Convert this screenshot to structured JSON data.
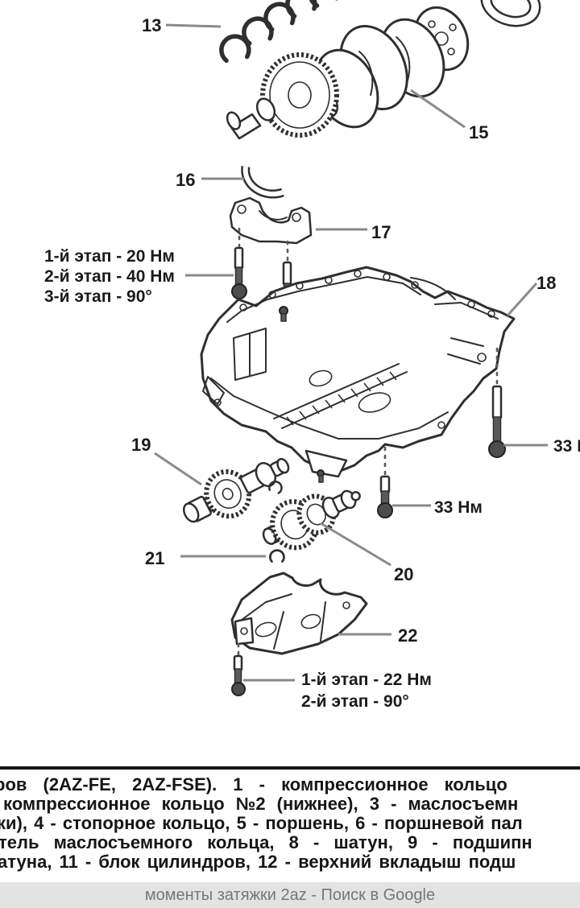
{
  "diagram": {
    "labels": {
      "p13": "13",
      "p15": "15",
      "p16": "16",
      "p17": "17",
      "p18": "18",
      "p19": "19",
      "p20": "20",
      "p21": "21",
      "p22": "22"
    },
    "torque_main_bearing": {
      "line1": "1-й этап - 20 Нм",
      "line2": "2-й этап - 40 Нм",
      "line3": "3-й этап - 90°"
    },
    "torque_pan_bolt_right": "33 Н",
    "torque_pan_bolt_mid": "33 Нм",
    "torque_housing": {
      "line1": "1-й этап - 22 Нм",
      "line2": "2-й этап - 90°"
    }
  },
  "footer": {
    "lines": [
      "ров (2AZ-FE, 2AZ-FSE). 1 - компрессионное кольцо",
      "компрессионное кольцо №2 (нижнее), 3 - маслосъемн",
      "ки), 4 - стопорное кольцо, 5 - поршень, 6 - поршневой пал",
      "тель маслосъемного кольца, 8 - шатун, 9 - подшипн",
      "атуна, 11 - блок цилиндров, 12 - верхний вкладыш подш"
    ]
  },
  "status_bar": {
    "text": "моменты затяжки 2az - Поиск в Google"
  },
  "colors": {
    "ink": "#2f2f2f",
    "leader_line": "#8a8a8a",
    "caption_bg": "#e3e3e4",
    "caption_text": "#76767a",
    "footer_text": "#161616"
  }
}
